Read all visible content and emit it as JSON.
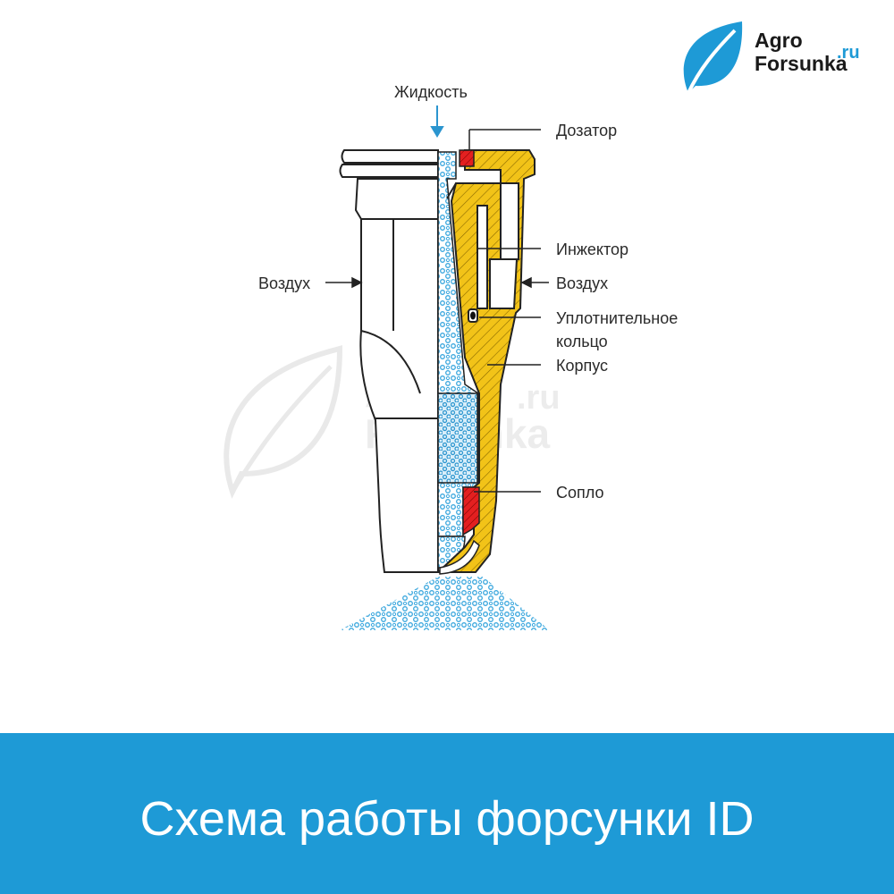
{
  "logo": {
    "line1": "Agro",
    "line2": "Forsunka",
    "suffix": ".ru"
  },
  "watermark": {
    "line1": "Agro",
    "line2": "Forsunka",
    "suffix": ".ru"
  },
  "labels": {
    "liquid": "Жидкость",
    "dosator": "Дозатор",
    "injector": "Инжектор",
    "air_left": "Воздух",
    "air_right": "Воздух",
    "seal_line1": "Уплотнительное",
    "seal_line2": "кольцо",
    "body": "Корпус",
    "nozzle": "Сопло"
  },
  "banner": {
    "title": "Схема работы форсунки ID"
  },
  "colors": {
    "accent": "#1e9ad6",
    "brass": "#f2c318",
    "red": "#e32020",
    "bubble": "#3aa7de"
  },
  "icons": [
    "leaf-icon",
    "arrow-icon"
  ]
}
